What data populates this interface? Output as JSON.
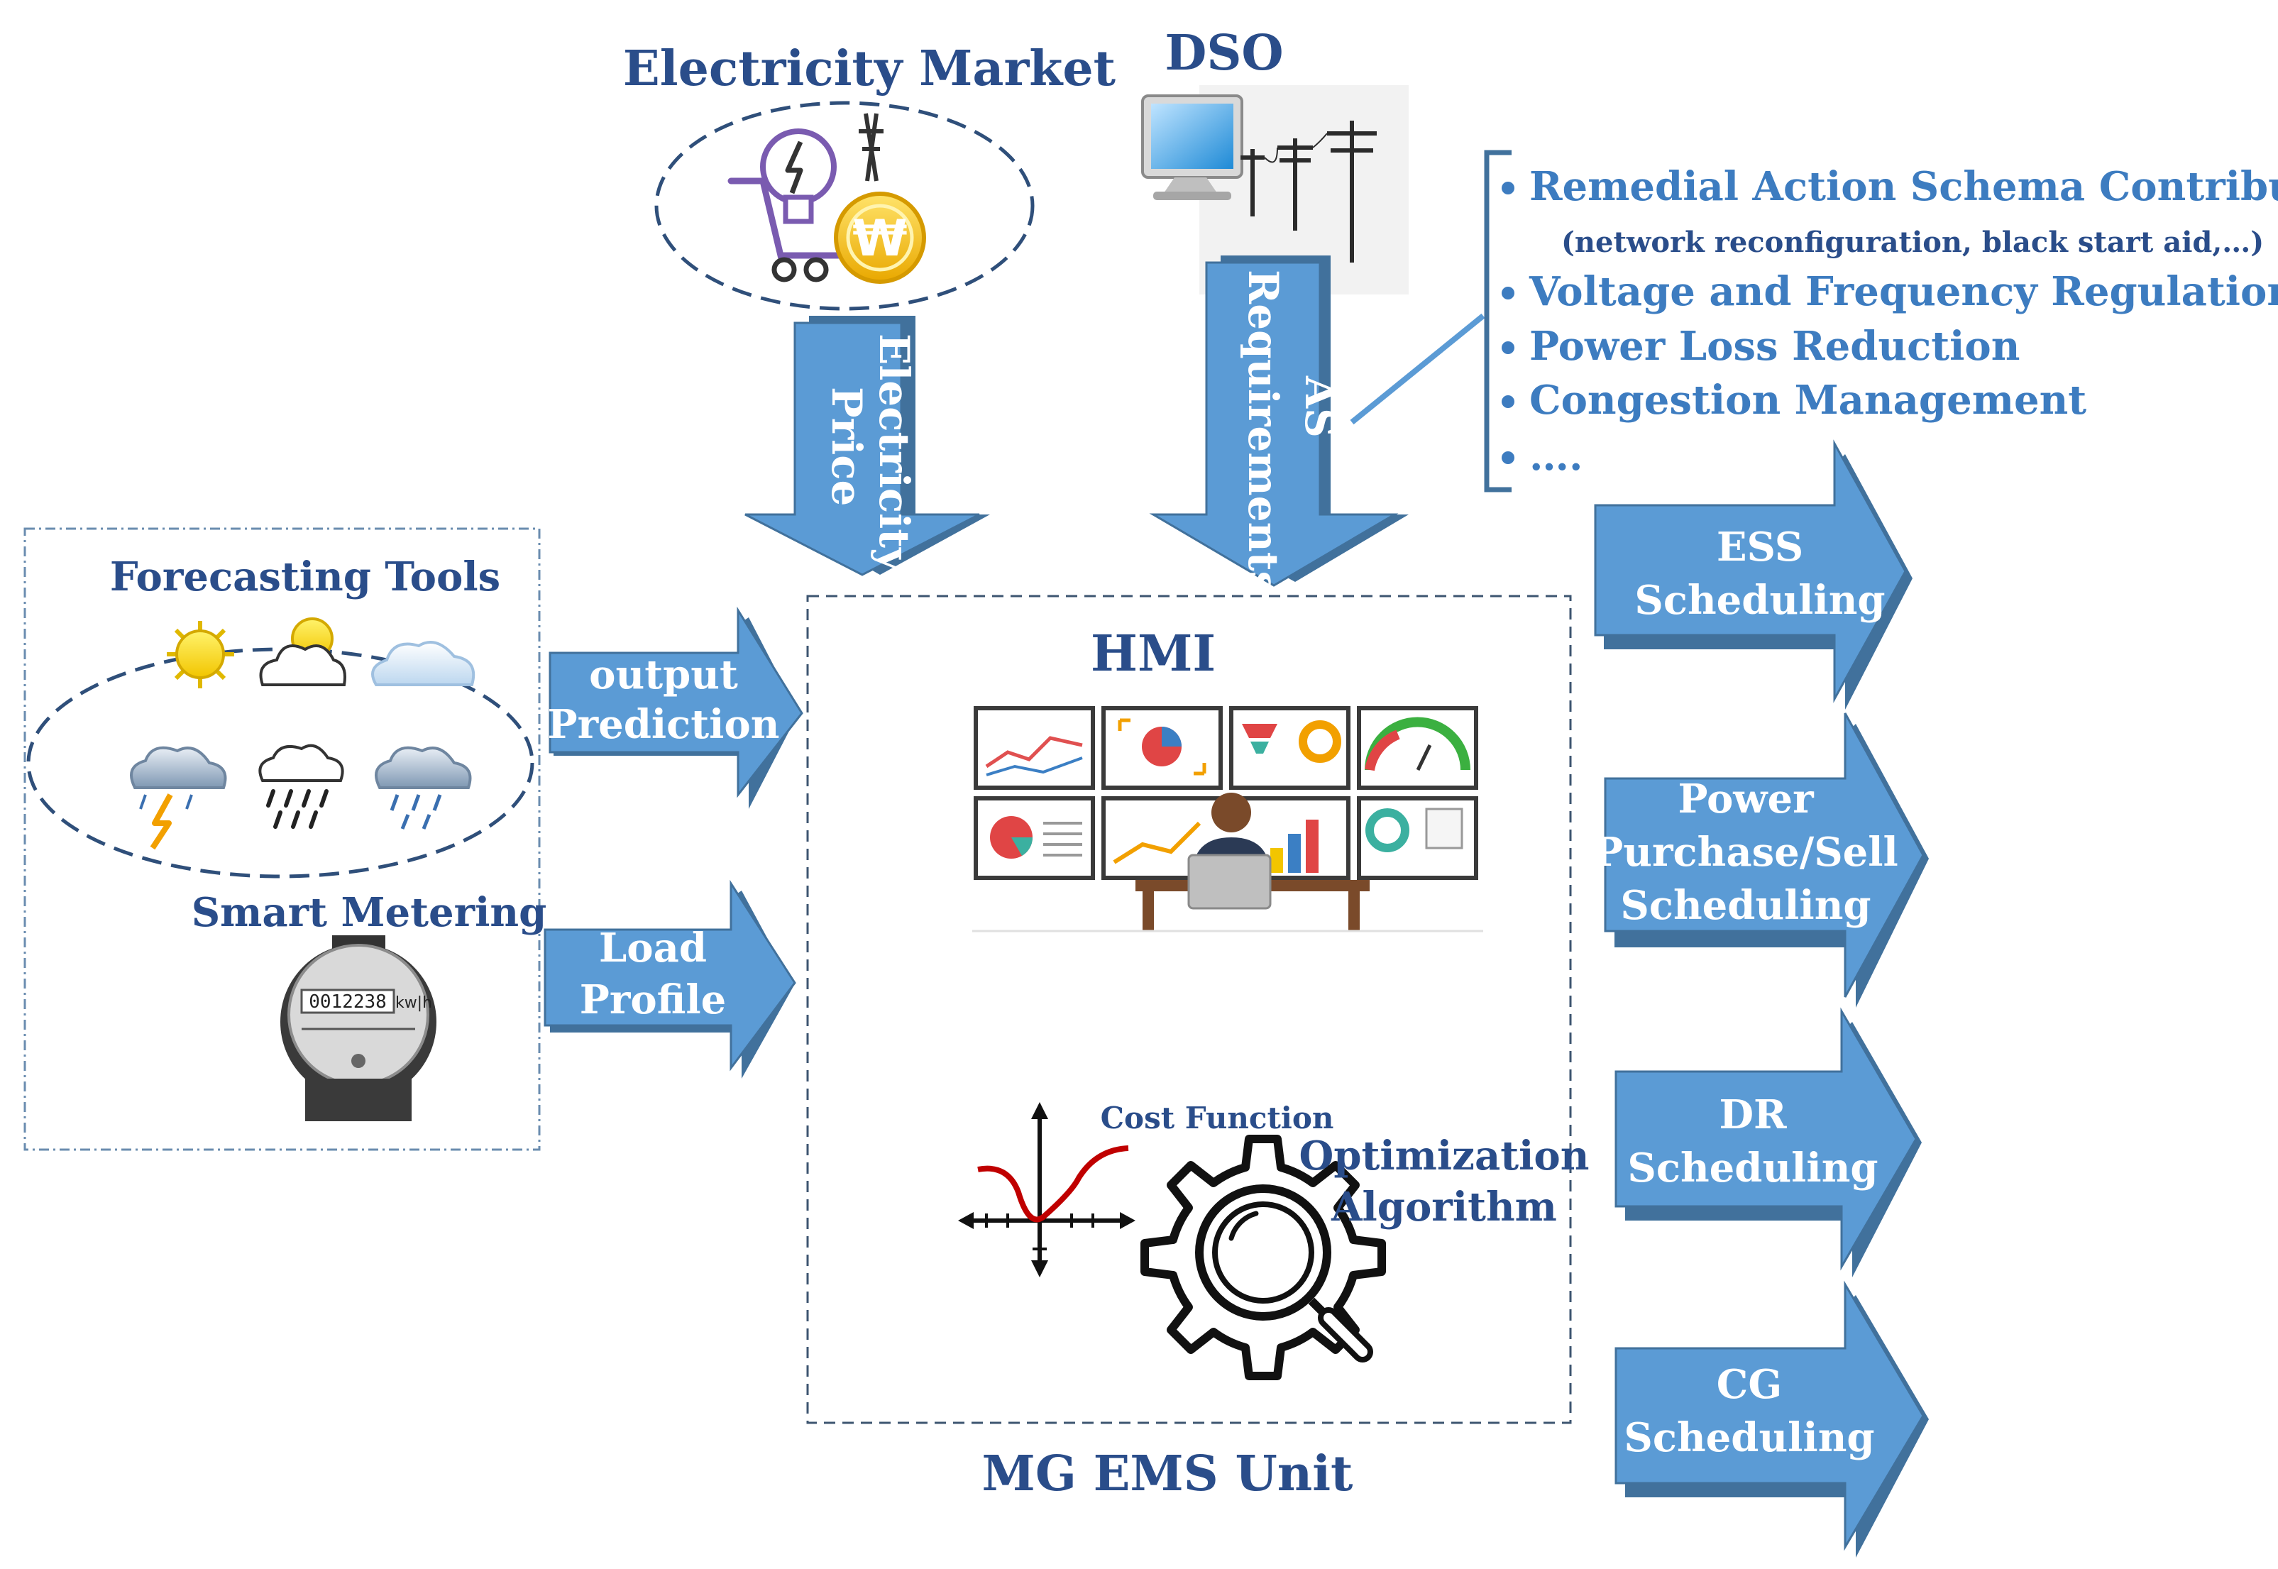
{
  "titles": {
    "electricity_market": "Electricity Market",
    "dso": "DSO",
    "forecasting_tools": "Forecasting Tools",
    "smart_metering": "Smart Metering",
    "hmi": "HMI",
    "cost_function": "Cost Function",
    "optimization_line1": "Optimization",
    "optimization_line2": "Algorithm",
    "mg_ems_unit": "MG EMS Unit"
  },
  "arrows": {
    "electricity_price_line1": "Electricity",
    "electricity_price_line2": "Price",
    "as_line1": "AS",
    "as_line2": "Requirements",
    "output_line1": "output",
    "output_line2": "Prediction",
    "load_line1": "Load",
    "load_line2": "Profile",
    "ess_line1": "ESS",
    "ess_line2": "Scheduling",
    "power_line1": "Power",
    "power_line2": "Purchase/Sell",
    "power_line3": "Scheduling",
    "dr_line1": "DR",
    "dr_line2": "Scheduling",
    "cg_line1": "CG",
    "cg_line2": "Scheduling"
  },
  "services": {
    "item1": "Remedial Action Schema Contribution",
    "item1_sub": "(network reconfiguration, black start aid,…)",
    "item2": "Voltage and Frequency Regulation",
    "item3": "Power Loss Reduction",
    "item4": "Congestion Management",
    "item5": "…."
  },
  "meter": {
    "digits": "0012238",
    "unit": "kw|h"
  },
  "colors": {
    "arrow_fill": "#5b9bd5",
    "arrow_shade": "#41719c",
    "title_blue": "#2a4d8a",
    "bullet_blue": "#3d7cc0",
    "curve_red": "#c00000"
  }
}
